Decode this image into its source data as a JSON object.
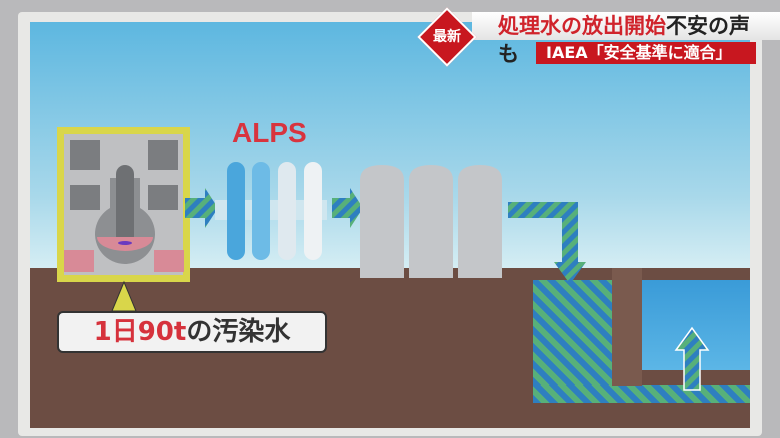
{
  "headline": {
    "badge": "最新",
    "title_red": "処理水の放出開始",
    "title_black": "不安の声も",
    "subtitle": "IAEA「安全基準に適合」"
  },
  "diagram": {
    "alps_label": "ALPS",
    "caption_red1": "1日",
    "caption_red2": "90t",
    "caption_black": "の汚染水"
  },
  "colors": {
    "accent": "#c8171f",
    "ground": "#6c4d43",
    "sky": "#5db7e0"
  }
}
